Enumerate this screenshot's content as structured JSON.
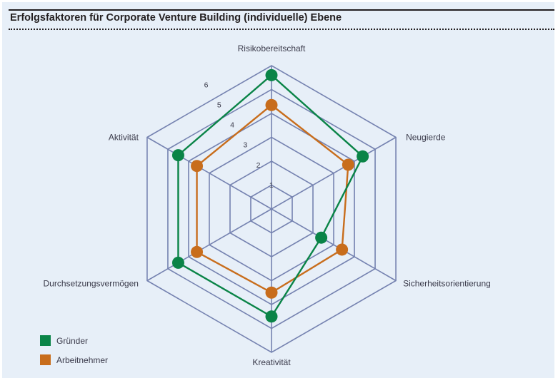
{
  "chart_data": {
    "type": "radar",
    "title": "Erfolgsfaktoren für Corporate Venture Building (individuelle) Ebene",
    "axes": [
      "Risikobereitschaft",
      "Neugierde",
      "Sicherheitsorientierung",
      "Kreativität",
      "Durchsetzungsvermögen",
      "Aktivität"
    ],
    "rlim": [
      0,
      6
    ],
    "ticks": [
      "1",
      "2",
      "3",
      "4",
      "5",
      "6"
    ],
    "series": [
      {
        "name": "Gründer",
        "color": "#0a8447",
        "values": [
          5.6,
          4.4,
          2.4,
          4.5,
          4.5,
          4.5
        ]
      },
      {
        "name": "Arbeitnehmer",
        "color": "#c86d1c",
        "values": [
          4.35,
          3.7,
          3.4,
          3.5,
          3.6,
          3.6
        ]
      }
    ],
    "grid_color": "#7582b0",
    "legend": "bottom-left"
  }
}
